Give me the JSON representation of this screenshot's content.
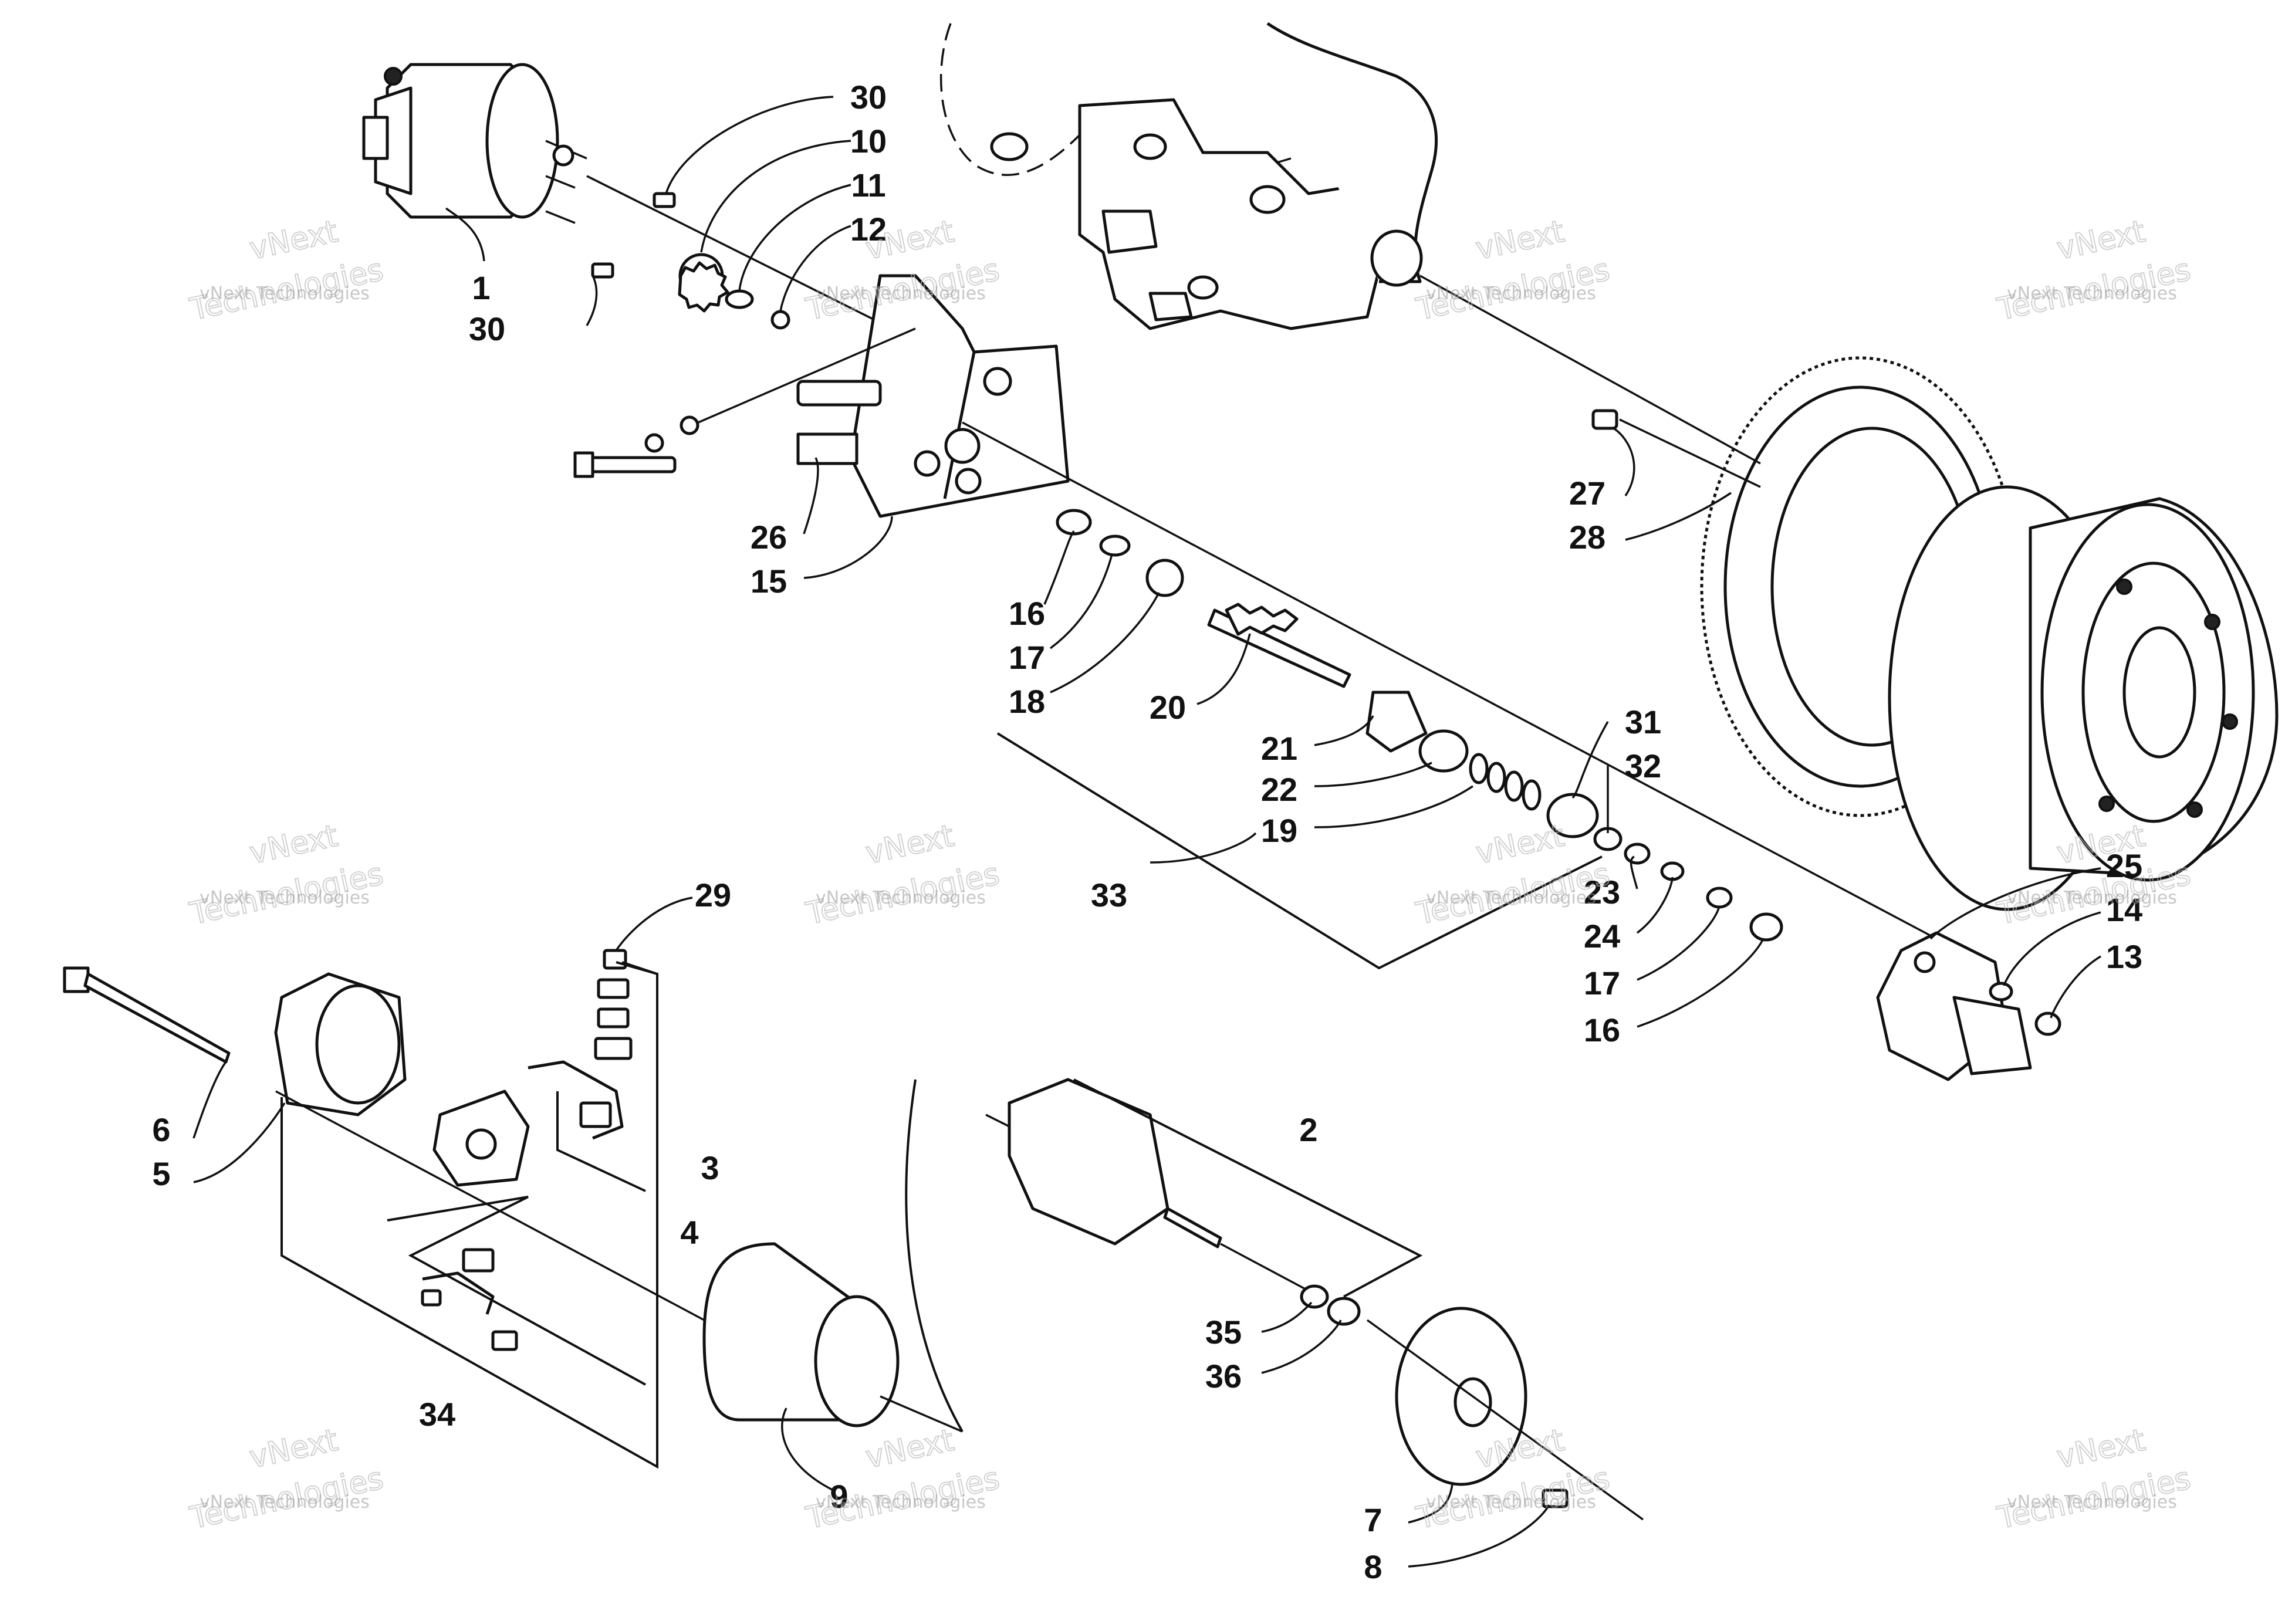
{
  "callouts": [
    "1",
    "2",
    "3",
    "4",
    "5",
    "6",
    "7",
    "8",
    "9",
    "10",
    "11",
    "12",
    "13",
    "14",
    "15",
    "16",
    "16",
    "17",
    "17",
    "18",
    "19",
    "20",
    "21",
    "22",
    "23",
    "24",
    "25",
    "26",
    "27",
    "28",
    "29",
    "30",
    "30",
    "31",
    "32",
    "33",
    "34",
    "35",
    "36"
  ],
  "watermark": {
    "name": "vNext Technologies",
    "big": [
      "vNext",
      "Technologies"
    ]
  },
  "colors": {
    "ink": "#111111",
    "paper": "#ffffff",
    "watermark": "#999999"
  }
}
